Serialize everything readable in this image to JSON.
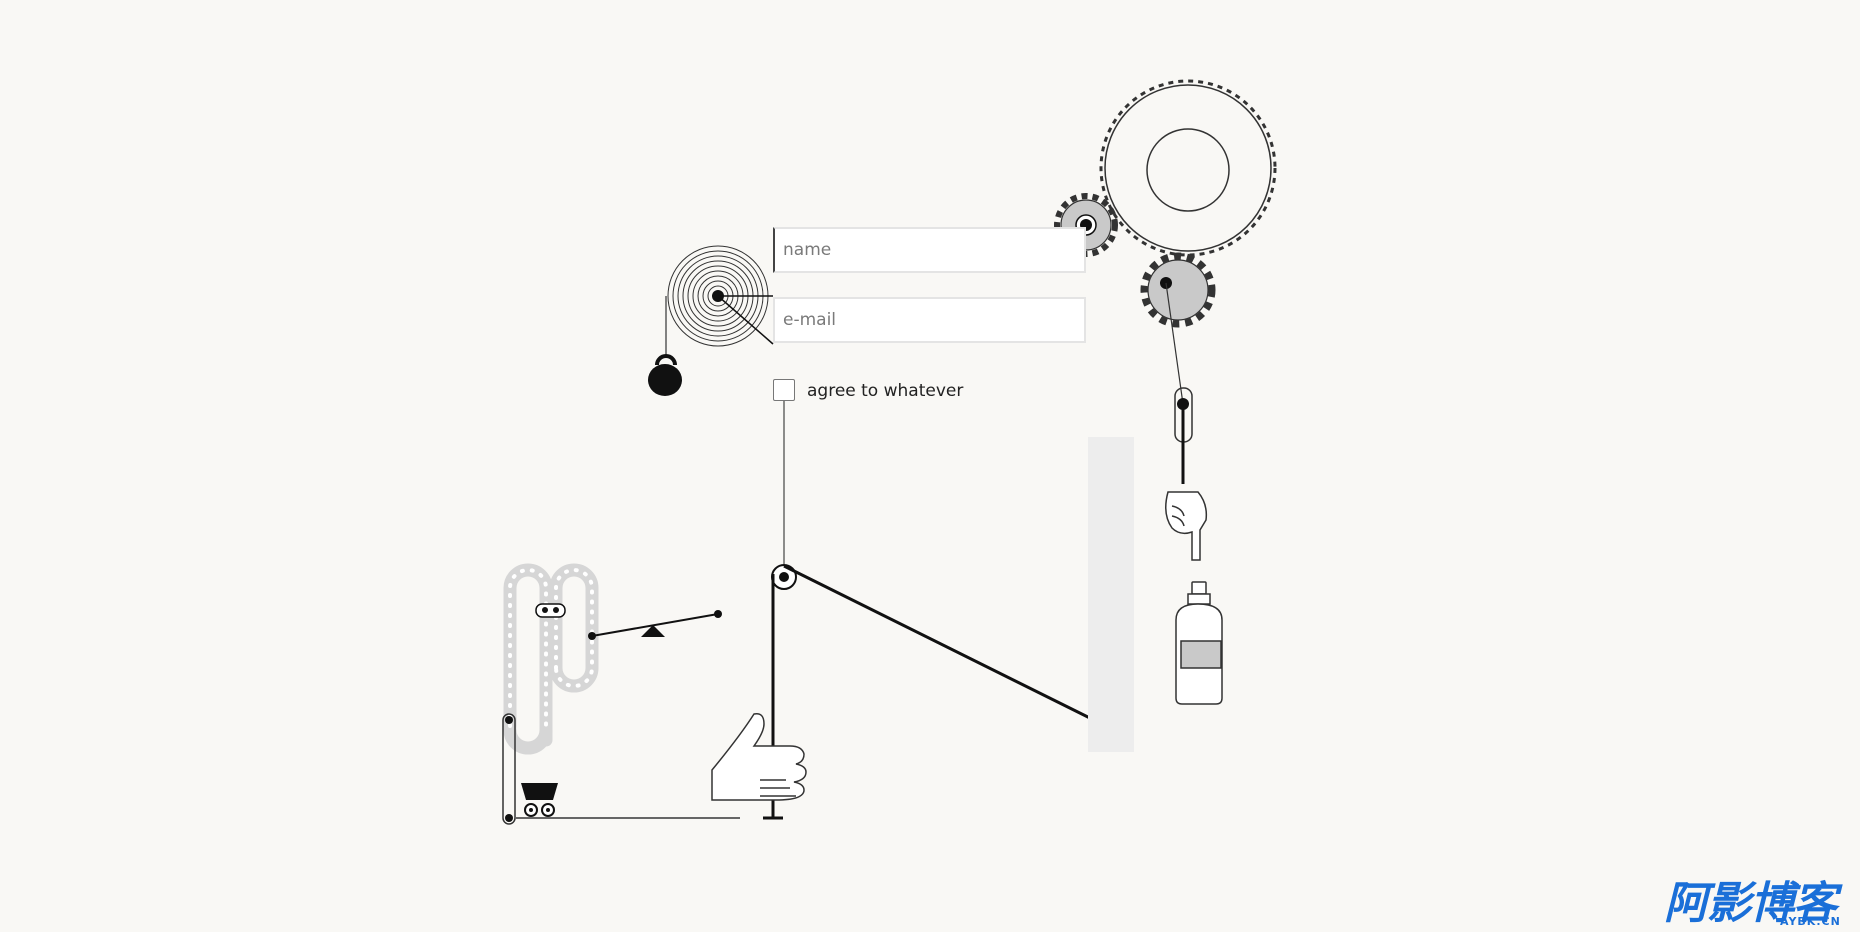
{
  "form": {
    "name_placeholder": "name",
    "email_placeholder": "e-mail",
    "agree_label": "agree to whatever",
    "agree_checked": false
  },
  "watermark": {
    "text": "阿影博客",
    "sub": "AYBK.CN"
  },
  "machine_parts": [
    "spring-coil",
    "kettlebell",
    "large-gear",
    "small-gear",
    "medium-gear",
    "lever-arm",
    "pulley",
    "pointing-hand",
    "spray-bottle",
    "conveyor-belt",
    "seesaw",
    "mine-cart",
    "thumbs-up-hand",
    "stopper-bar"
  ],
  "colors": {
    "background": "#f9f8f5",
    "line": "#1a1a1a",
    "gear_fill": "#c9c9c9",
    "field_border": "#e4e4e4",
    "watermark": "#1a6fd8"
  }
}
